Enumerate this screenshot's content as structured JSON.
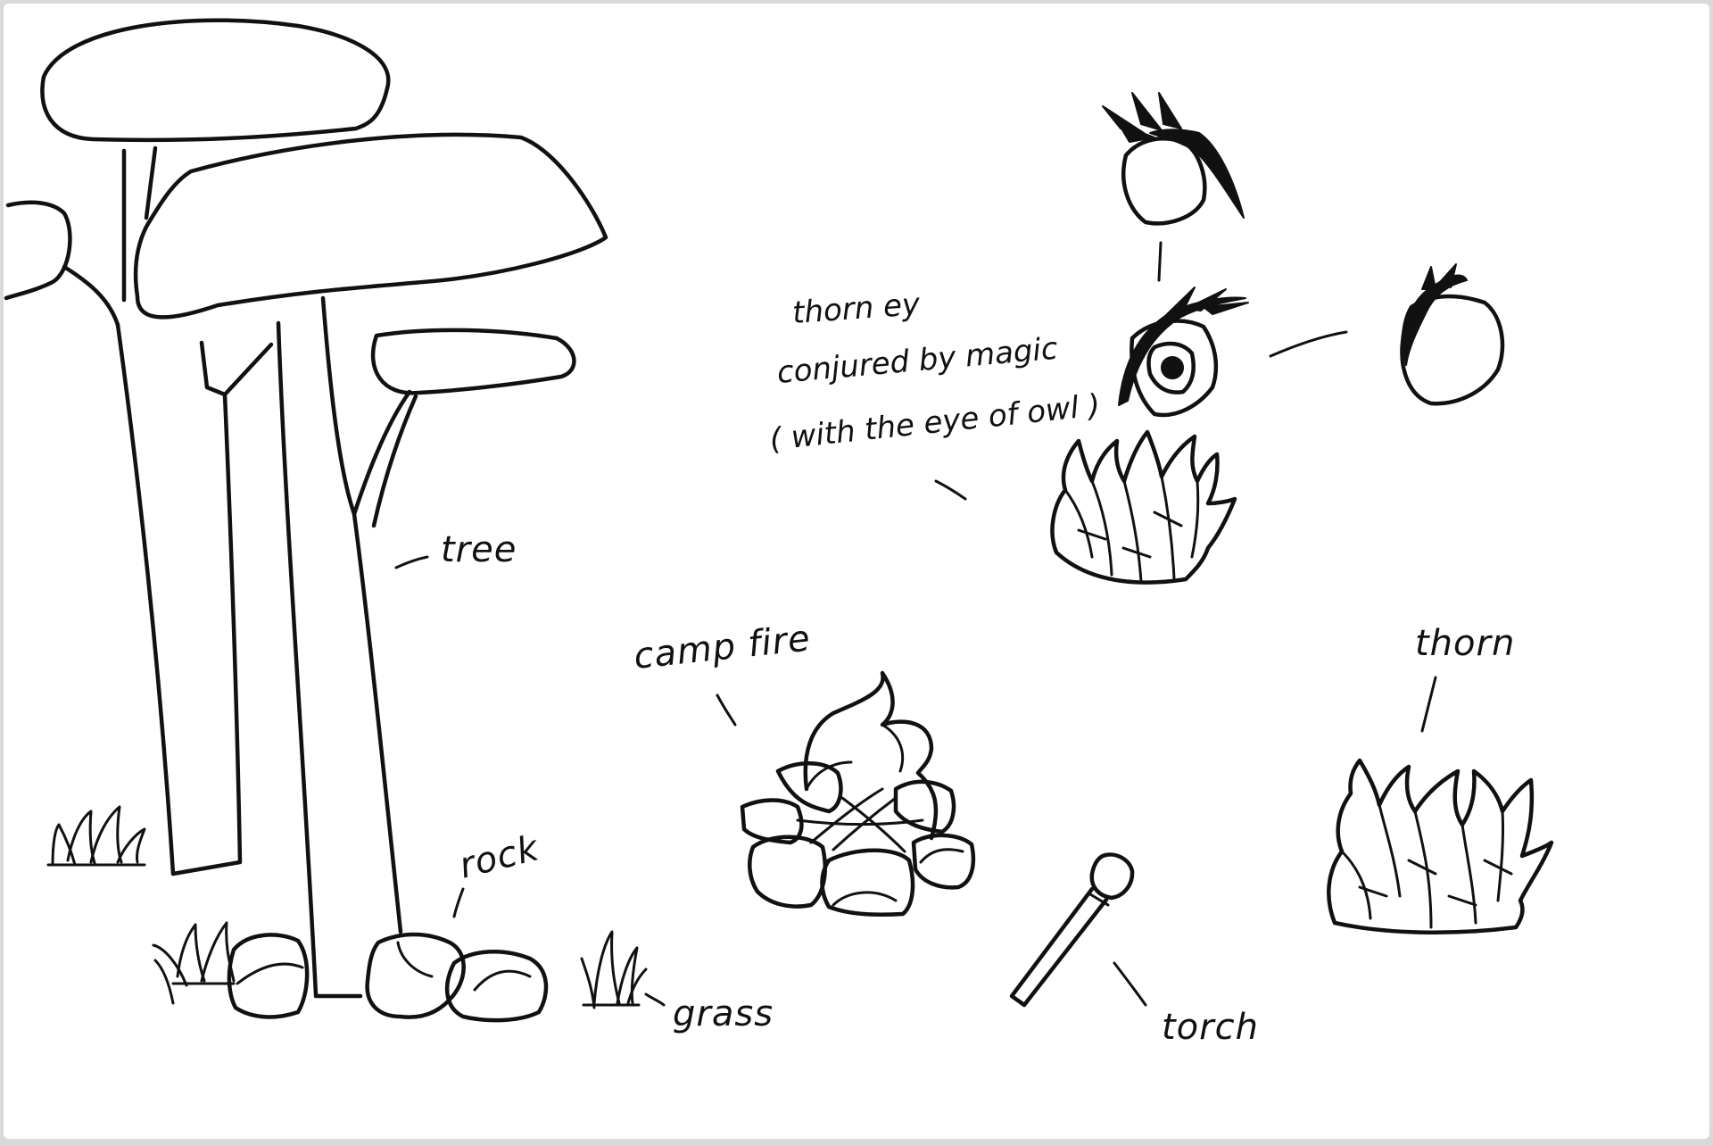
{
  "labels": {
    "tree": "tree",
    "rock": "rock",
    "grass": "grass",
    "campfire": "camp fire",
    "torch": "torch",
    "thorn": "thorn",
    "thorn_eye_line1": "thorn ey",
    "thorn_eye_line2": "conjured by magic",
    "thorn_eye_line3": "( with the eye of owl )"
  }
}
